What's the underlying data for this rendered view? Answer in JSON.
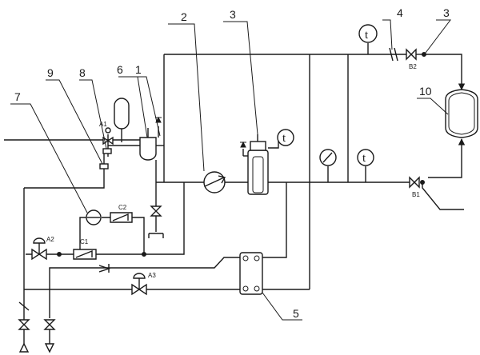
{
  "callouts": {
    "n1": "1",
    "n2": "2",
    "n3a": "3",
    "n3b": "3",
    "n4": "4",
    "n5": "5",
    "n6": "6",
    "n7": "7",
    "n8": "8",
    "n9": "9",
    "n10": "10"
  },
  "valves": {
    "a1": "A1",
    "a2": "A2",
    "a3": "A3",
    "b1": "B1",
    "b2": "B2",
    "c1": "C1",
    "c2": "C2"
  },
  "thermometer_symbol": "t",
  "icons": [
    "pump-icon",
    "valve-icon",
    "check-valve-icon",
    "pressure-gauge-icon",
    "thermometer-icon",
    "plate-heat-exchanger-icon",
    "tank-icon",
    "expansion-vessel-icon"
  ]
}
